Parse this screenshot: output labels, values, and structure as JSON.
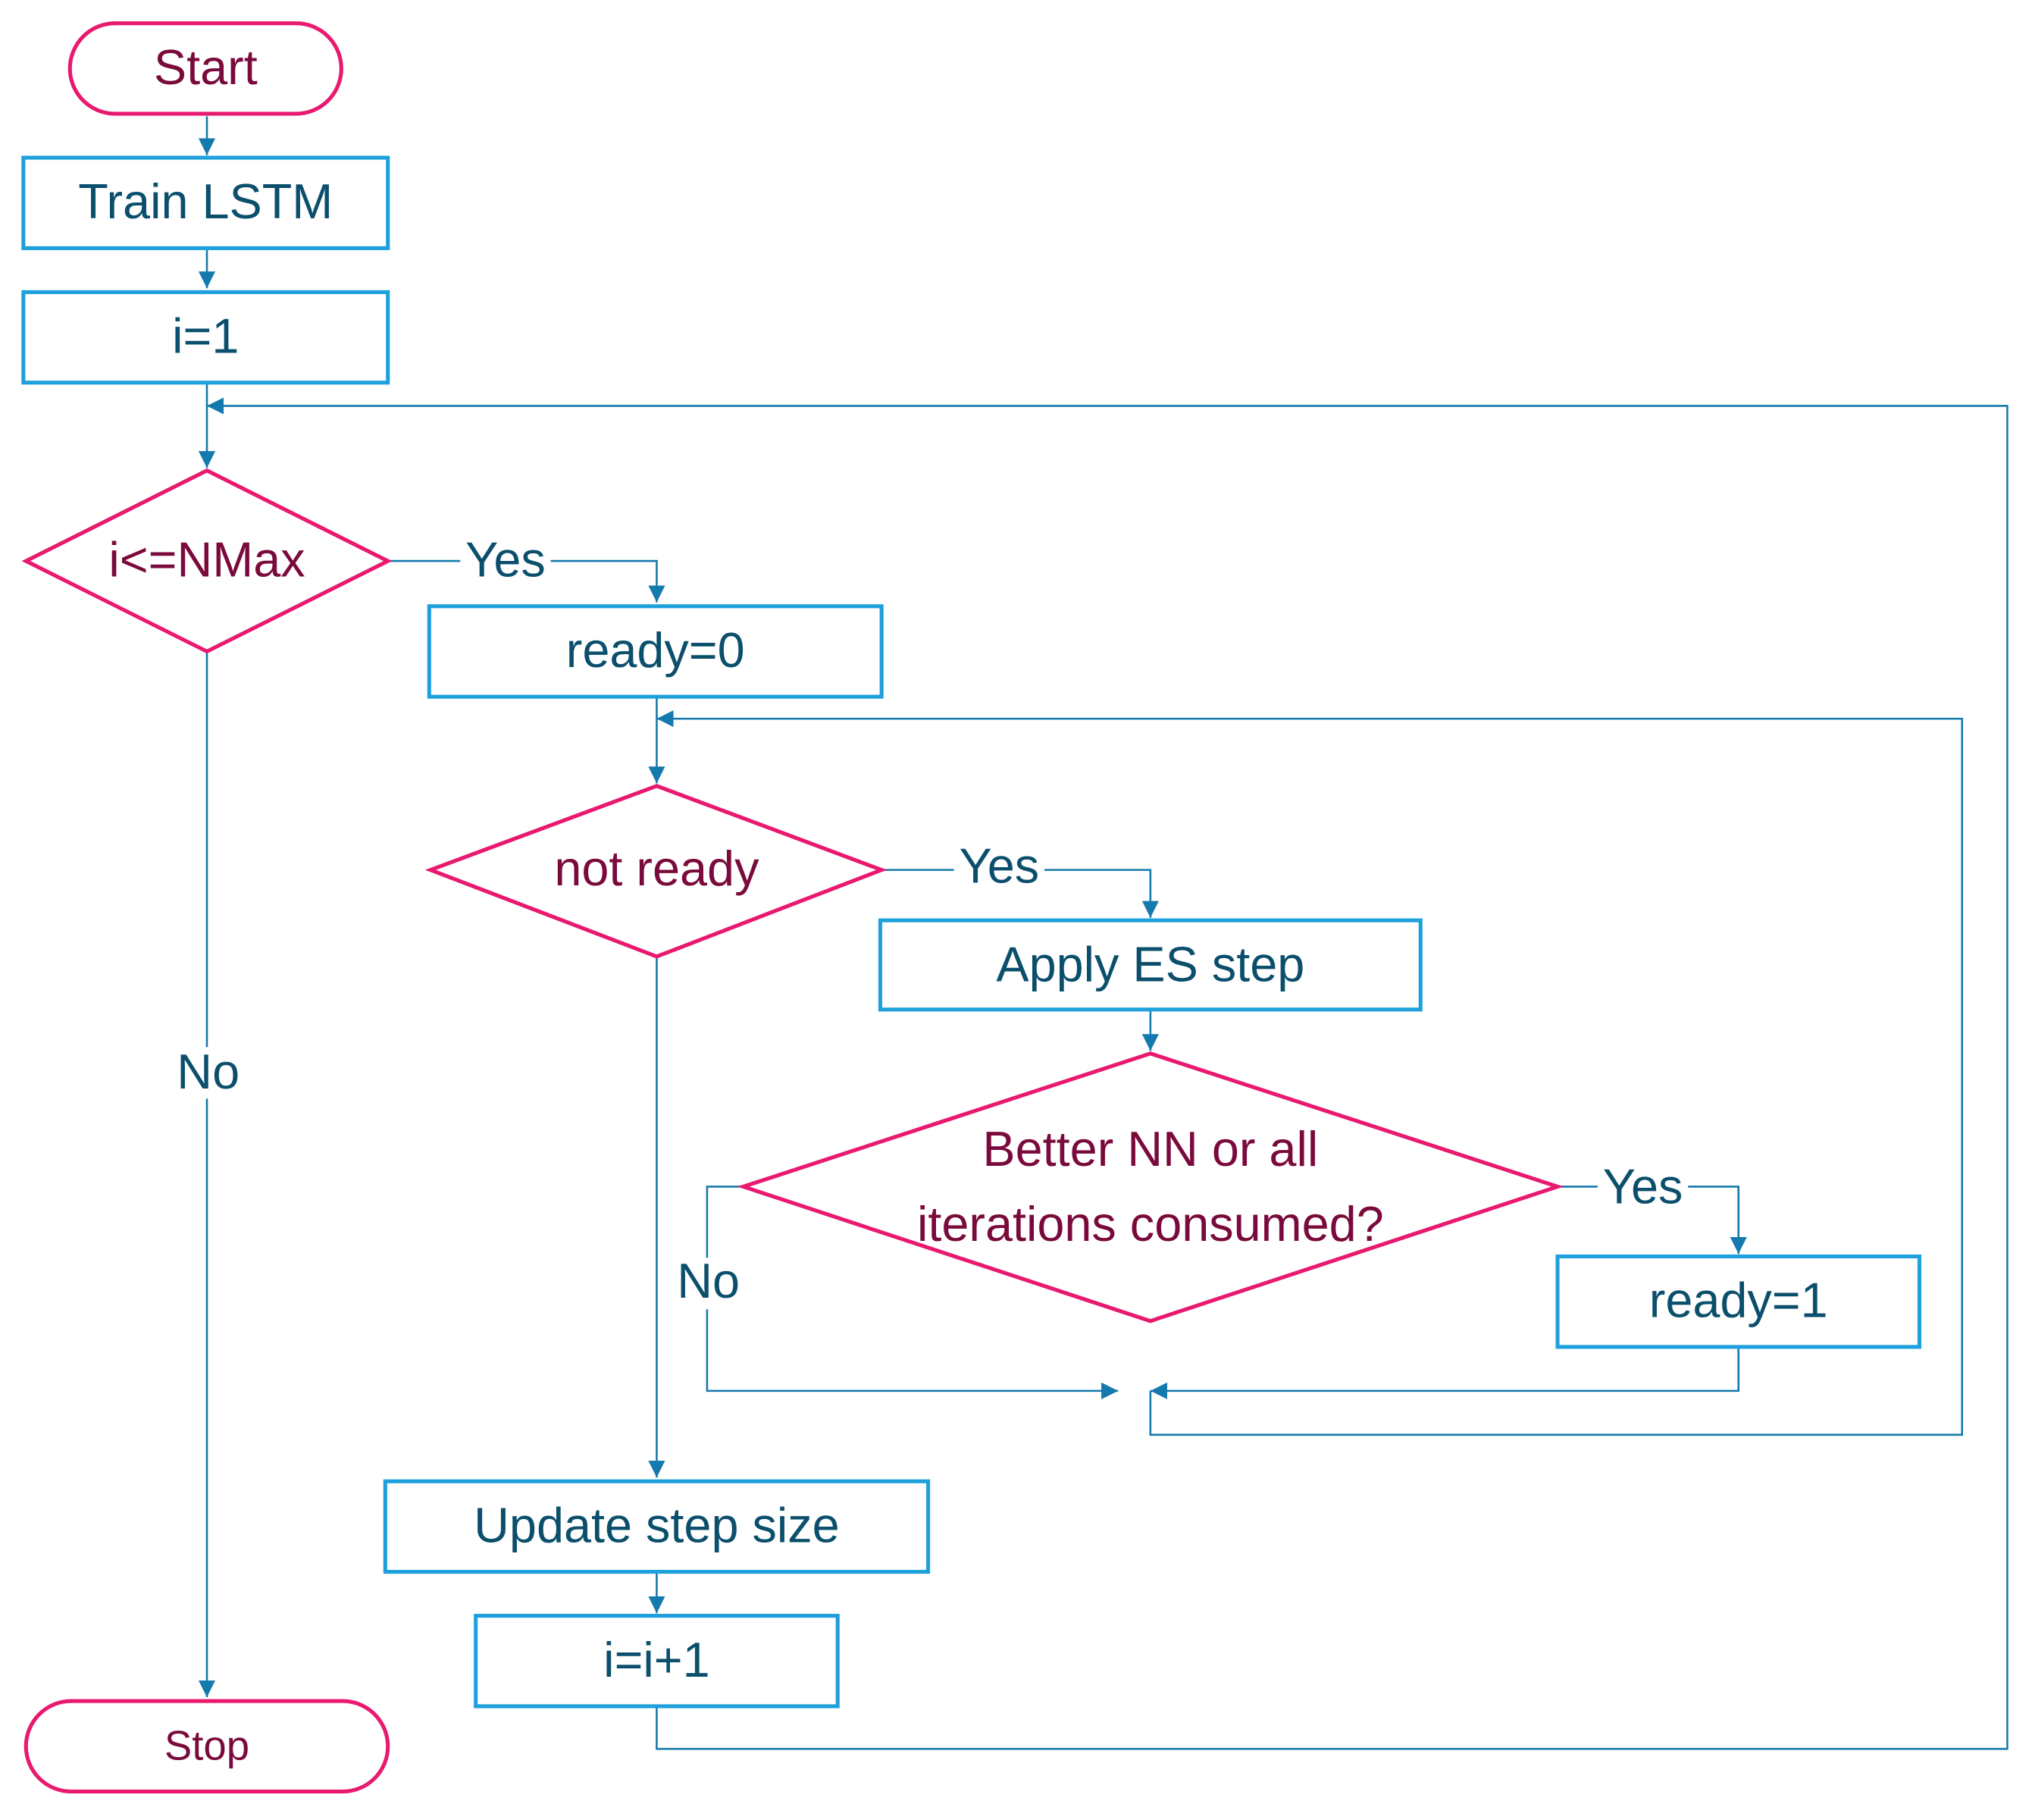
{
  "colors": {
    "process_border": "#1ea0dc",
    "decision_border": "#e8196e",
    "connector": "#1479ac",
    "process_text": "#0b4f6c",
    "decision_text": "#7a0a3c"
  },
  "nodes": {
    "start": "Start",
    "train": "Train LSTM",
    "init_i": "i=1",
    "cond_i": "i<=NMax",
    "ready0": "ready=0",
    "cond_ready": "not ready",
    "apply_es": "Apply ES step",
    "cond_better_line1": "Better NN or all",
    "cond_better_line2": "iterations consumed?",
    "ready1": "ready=1",
    "update_step": "Update step size",
    "inc_i": "i=i+1",
    "stop": "Stop"
  },
  "edge_labels": {
    "cond_i_yes": "Yes",
    "cond_i_no": "No",
    "cond_ready_yes": "Yes",
    "cond_better_yes": "Yes",
    "cond_better_no": "No"
  }
}
